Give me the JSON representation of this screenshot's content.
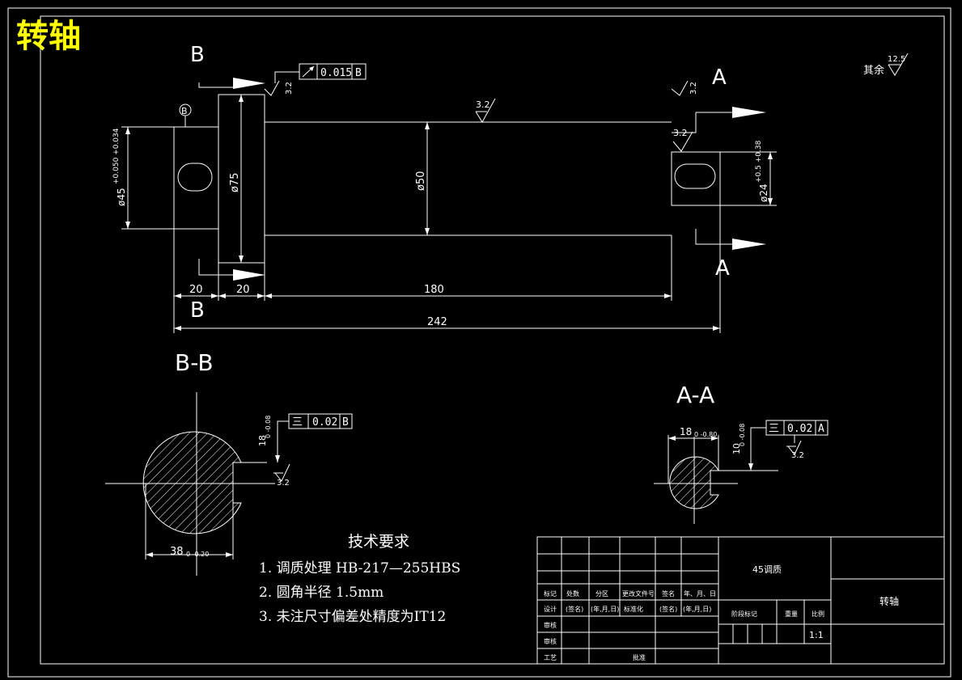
{
  "drawing": {
    "title": "转轴",
    "section_b": "B",
    "section_a": "A",
    "view_bb": "B-B",
    "view_aa": "A-A",
    "datum_b": "B"
  },
  "surface": {
    "rest_label": "其余",
    "rest_value": "12.5",
    "r32": "3.2"
  },
  "tolerances": {
    "runout_value": "0.015",
    "runout_datum": "B",
    "sym_bb_value": "0.02",
    "sym_bb_datum": "B",
    "sym_aa_value": "0.02",
    "sym_aa_datum": "A",
    "sym_symbol": "三"
  },
  "dimensions": {
    "d45": "ø45",
    "d45_tol": "+0.050 +0.034",
    "d75": "ø75",
    "d50": "ø50",
    "d24": "ø24",
    "d24_tol": "+0.5 +0.38",
    "len20a": "20",
    "len20b": "20",
    "len180": "180",
    "len242": "242",
    "bb_key_depth": "18",
    "bb_key_depth_tol": "0 -0.08",
    "bb_width": "38",
    "bb_width_tol": "0 -0.20",
    "aa_width": "18",
    "aa_width_tol": "0 -0.80",
    "aa_key_depth": "10",
    "aa_key_depth_tol": "0 -0.08"
  },
  "tech": {
    "heading": "技术要求",
    "items": [
      "1. 调质处理 HB-217—255HBS",
      "2. 圆角半径  1.5mm",
      "3. 未注尺寸偏差处精度为IT12"
    ]
  },
  "title_block": {
    "material": "45调质",
    "part_name": "转轴",
    "row_labels": [
      "标记",
      "处数",
      "分区",
      "更改文件号",
      "签名",
      "年、月、日"
    ],
    "design_row": [
      "设计",
      "(签名)",
      "(年,月,日)",
      "标准化",
      "(签名)",
      "(年,月,日)"
    ],
    "stage_mark": "阶段标记",
    "weight": "重量",
    "scale_label": "比例",
    "scale": "1:1",
    "review": "审核",
    "check": "审核",
    "process": "工艺",
    "approve": "批准"
  }
}
